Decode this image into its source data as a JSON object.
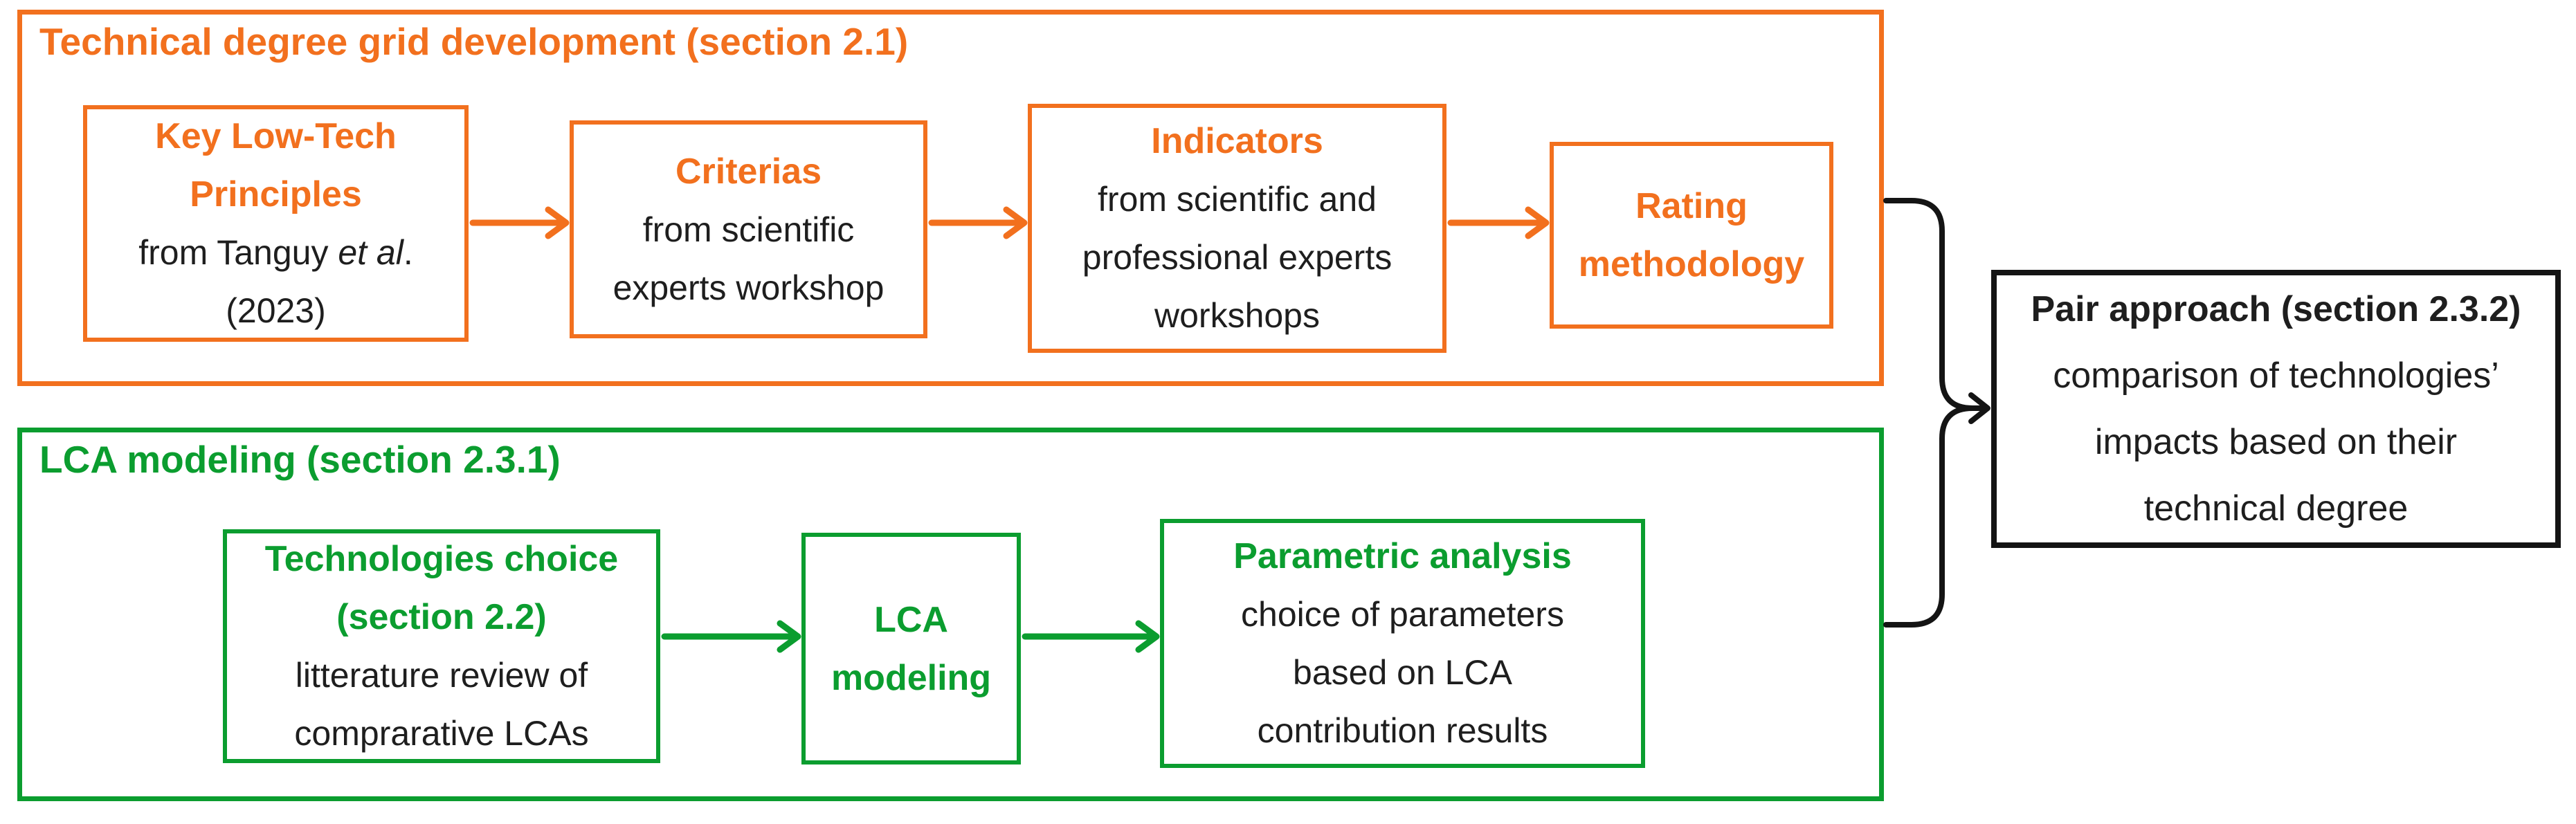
{
  "colors": {
    "orange": "#F2701E",
    "green": "#0B9D2F",
    "connector_black": "#141414",
    "text_black": "#1E1E1E",
    "background": "#FFFFFF"
  },
  "orange_section": {
    "title": "Technical degree grid development (section 2.1)",
    "key_low_tech": {
      "title_line1": "Key Low-Tech",
      "title_line2": "Principles",
      "source_prefix": "from Tanguy ",
      "source_italic": "et al",
      "source_suffix": ".",
      "source_year": "(2023)"
    },
    "criterias": {
      "title": "Criterias",
      "line1": "from scientific",
      "line2": "experts workshop"
    },
    "indicators": {
      "title": "Indicators",
      "line1": "from scientific and",
      "line2": "professional experts",
      "line3": "workshops"
    },
    "rating": {
      "title_line1": "Rating",
      "title_line2": "methodology"
    }
  },
  "green_section": {
    "title": "LCA modeling (section 2.3.1)",
    "technologies_choice": {
      "title_line1": "Technologies choice",
      "title_line2": "(section 2.2)",
      "line1": "litterature review of",
      "line2": "comprarative LCAs"
    },
    "lca_modeling": {
      "title_line1": "LCA",
      "title_line2": "modeling"
    },
    "parametric_analysis": {
      "title": "Parametric analysis",
      "line1": "choice of parameters",
      "line2": "based on LCA",
      "line3": "contribution results"
    }
  },
  "pair_box": {
    "title": "Pair approach (section 2.3.2)",
    "line1": "comparison of technologies’",
    "line2": "impacts based on their",
    "line3": "technical degree"
  }
}
